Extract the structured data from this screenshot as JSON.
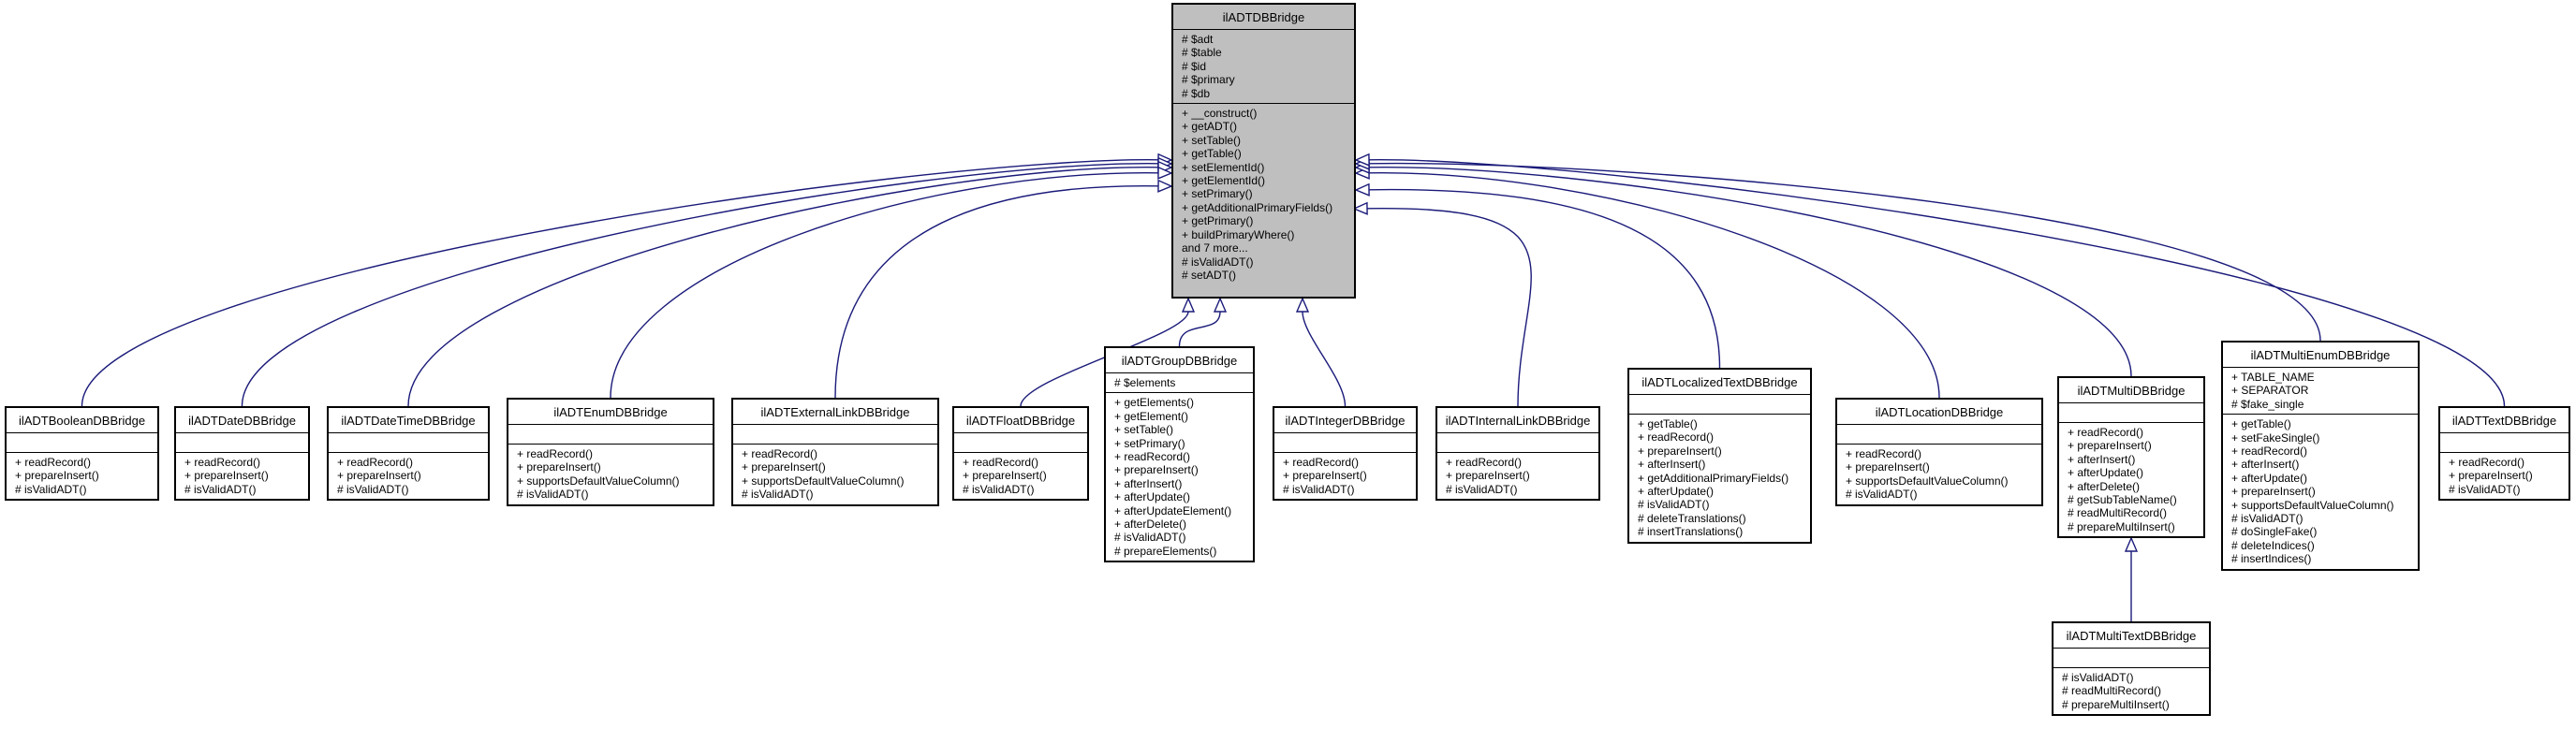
{
  "base": {
    "id": "ilADTDBBridge",
    "name": "ilADTDBBridge",
    "attributes": [
      "# $adt",
      "# $table",
      "# $id",
      "# $primary",
      "# $db"
    ],
    "operations": [
      "+ __construct()",
      "+ getADT()",
      "+ setTable()",
      "+ getTable()",
      "+ setElementId()",
      "+ getElementId()",
      "+ setPrimary()",
      "+ getAdditionalPrimaryFields()",
      "+ getPrimary()",
      "+ buildPrimaryWhere()",
      "and 7 more...",
      "# isValidADT()",
      "# setADT()"
    ]
  },
  "classes": [
    {
      "id": "boolean",
      "name": "ilADTBooleanDBBridge",
      "attributes": [],
      "operations": [
        "+ readRecord()",
        "+ prepareInsert()",
        "# isValidADT()"
      ]
    },
    {
      "id": "date",
      "name": "ilADTDateDBBridge",
      "attributes": [],
      "operations": [
        "+ readRecord()",
        "+ prepareInsert()",
        "# isValidADT()"
      ]
    },
    {
      "id": "datetime",
      "name": "ilADTDateTimeDBBridge",
      "attributes": [],
      "operations": [
        "+ readRecord()",
        "+ prepareInsert()",
        "# isValidADT()"
      ]
    },
    {
      "id": "enum",
      "name": "ilADTEnumDBBridge",
      "attributes": [],
      "operations": [
        "+ readRecord()",
        "+ prepareInsert()",
        "+ supportsDefaultValueColumn()",
        "# isValidADT()"
      ]
    },
    {
      "id": "extlink",
      "name": "ilADTExternalLinkDBBridge",
      "attributes": [],
      "operations": [
        "+ readRecord()",
        "+ prepareInsert()",
        "+ supportsDefaultValueColumn()",
        "# isValidADT()"
      ]
    },
    {
      "id": "float",
      "name": "ilADTFloatDBBridge",
      "attributes": [],
      "operations": [
        "+ readRecord()",
        "+ prepareInsert()",
        "# isValidADT()"
      ]
    },
    {
      "id": "group",
      "name": "ilADTGroupDBBridge",
      "attributes": [
        "# $elements"
      ],
      "operations": [
        "+ getElements()",
        "+ getElement()",
        "+ setTable()",
        "+ setPrimary()",
        "+ readRecord()",
        "+ prepareInsert()",
        "+ afterInsert()",
        "+ afterUpdate()",
        "+ afterUpdateElement()",
        "+ afterDelete()",
        "# isValidADT()",
        "# prepareElements()"
      ]
    },
    {
      "id": "integer",
      "name": "ilADTIntegerDBBridge",
      "attributes": [],
      "operations": [
        "+ readRecord()",
        "+ prepareInsert()",
        "# isValidADT()"
      ]
    },
    {
      "id": "intlink",
      "name": "ilADTInternalLinkDBBridge",
      "attributes": [],
      "operations": [
        "+ readRecord()",
        "+ prepareInsert()",
        "# isValidADT()"
      ]
    },
    {
      "id": "loctext",
      "name": "ilADTLocalizedTextDBBridge",
      "attributes": [],
      "operations": [
        "+ getTable()",
        "+ readRecord()",
        "+ prepareInsert()",
        "+ afterInsert()",
        "+ getAdditionalPrimaryFields()",
        "+ afterUpdate()",
        "# isValidADT()",
        "# deleteTranslations()",
        "# insertTranslations()"
      ]
    },
    {
      "id": "location",
      "name": "ilADTLocationDBBridge",
      "attributes": [],
      "operations": [
        "+ readRecord()",
        "+ prepareInsert()",
        "+ supportsDefaultValueColumn()",
        "# isValidADT()"
      ]
    },
    {
      "id": "multi",
      "name": "ilADTMultiDBBridge",
      "attributes": [],
      "operations": [
        "+ readRecord()",
        "+ prepareInsert()",
        "+ afterInsert()",
        "+ afterUpdate()",
        "+ afterDelete()",
        "# getSubTableName()",
        "# readMultiRecord()",
        "# prepareMultiInsert()"
      ]
    },
    {
      "id": "multienum",
      "name": "ilADTMultiEnumDBBridge",
      "attributes": [
        "+ TABLE_NAME",
        "+ SEPARATOR",
        "# $fake_single"
      ],
      "operations": [
        "+ getTable()",
        "+ setFakeSingle()",
        "+ readRecord()",
        "+ afterInsert()",
        "+ afterUpdate()",
        "+ prepareInsert()",
        "+ supportsDefaultValueColumn()",
        "# isValidADT()",
        "# doSingleFake()",
        "# deleteIndices()",
        "# insertIndices()"
      ]
    },
    {
      "id": "text",
      "name": "ilADTTextDBBridge",
      "attributes": [],
      "operations": [
        "+ readRecord()",
        "+ prepareInsert()",
        "# isValidADT()"
      ]
    },
    {
      "id": "multitext",
      "name": "ilADTMultiTextDBBridge",
      "attributes": [],
      "operations": [
        "# isValidADT()",
        "# readMultiRecord()",
        "# prepareMultiInsert()"
      ]
    }
  ],
  "inheritance": [
    {
      "child": "boolean",
      "parent": "ilADTDBBridge"
    },
    {
      "child": "date",
      "parent": "ilADTDBBridge"
    },
    {
      "child": "datetime",
      "parent": "ilADTDBBridge"
    },
    {
      "child": "enum",
      "parent": "ilADTDBBridge"
    },
    {
      "child": "extlink",
      "parent": "ilADTDBBridge"
    },
    {
      "child": "float",
      "parent": "ilADTDBBridge"
    },
    {
      "child": "group",
      "parent": "ilADTDBBridge"
    },
    {
      "child": "integer",
      "parent": "ilADTDBBridge"
    },
    {
      "child": "intlink",
      "parent": "ilADTDBBridge"
    },
    {
      "child": "loctext",
      "parent": "ilADTDBBridge"
    },
    {
      "child": "location",
      "parent": "ilADTDBBridge"
    },
    {
      "child": "multi",
      "parent": "ilADTDBBridge"
    },
    {
      "child": "multienum",
      "parent": "ilADTDBBridge"
    },
    {
      "child": "text",
      "parent": "ilADTDBBridge"
    },
    {
      "child": "multitext",
      "parent": "multi"
    }
  ],
  "colors": {
    "edge": "#1a1a7a",
    "base_fill": "#bfbfbf",
    "box_fill": "#ffffff",
    "border": "#000000"
  }
}
